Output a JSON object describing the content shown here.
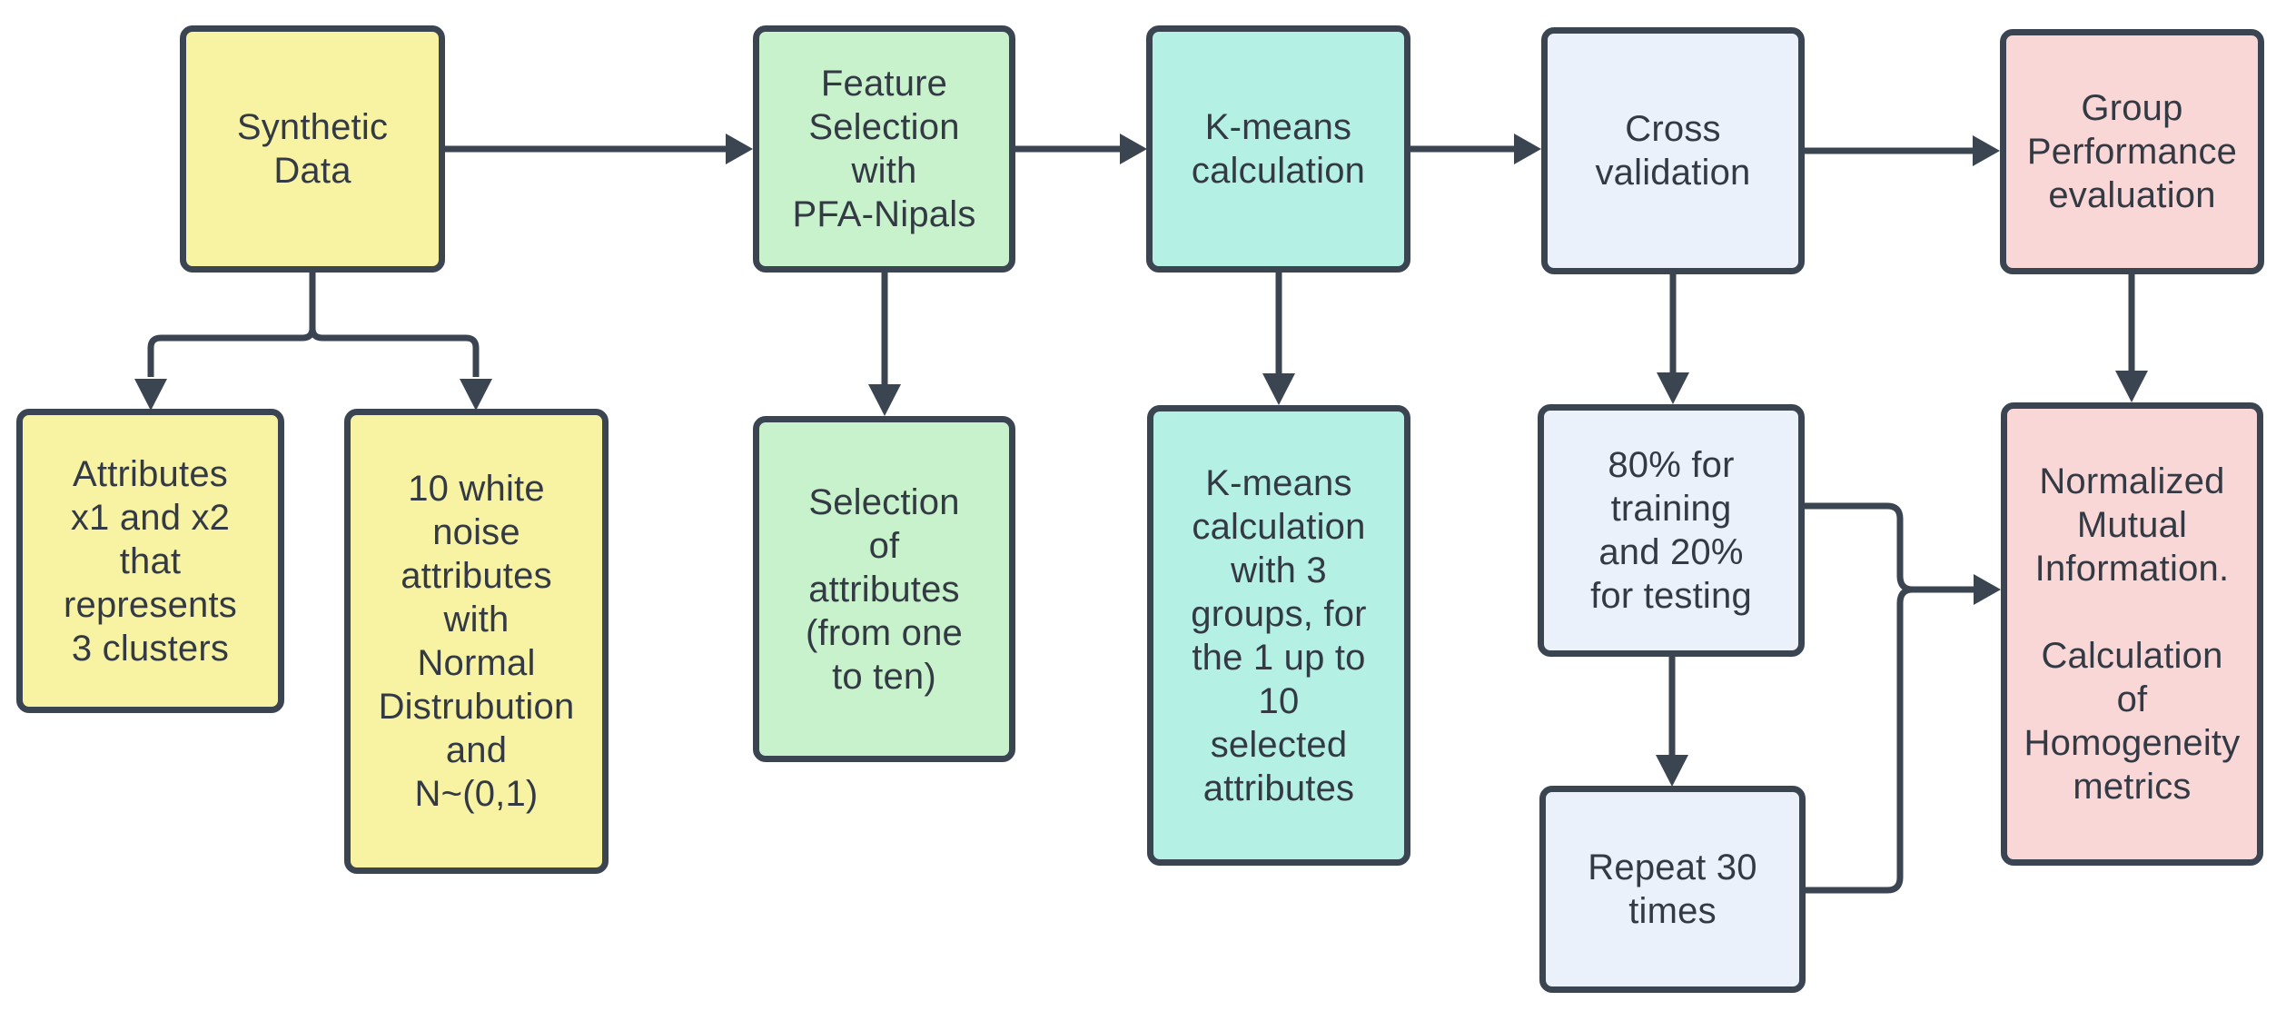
{
  "diagram": {
    "title": "PFA-Nipals synthetic data clustering evaluation flowchart",
    "colors": {
      "background": "#FFFFFF",
      "stroke": "#3B4551",
      "text": "#333A44",
      "yellow": "#F8F3A3",
      "green": "#C8F2CC",
      "teal": "#B5F0E5",
      "blue": "#EAF1FB",
      "pink": "#F9D7D7"
    },
    "nodes": {
      "synthetic": {
        "label": "Synthetic\nData",
        "fill": "#F8F3A3"
      },
      "feature": {
        "label": "Feature\nSelection\nwith\nPFA-Nipals",
        "fill": "#C8F2CC"
      },
      "kmeans": {
        "label": "K-means\ncalculation",
        "fill": "#B5F0E5"
      },
      "cross": {
        "label": "Cross\nvalidation",
        "fill": "#EAF1FB"
      },
      "group": {
        "label": "Group\nPerformance\nevaluation",
        "fill": "#F9D7D7"
      },
      "attributes": {
        "label": "Attributes\nx1 and x2\nthat\nrepresents\n3 clusters",
        "fill": "#F8F3A3"
      },
      "whitenoise": {
        "label": "10 white\nnoise\nattributes\nwith\nNormal\nDistrubution\nand\nN~(0,1)",
        "fill": "#F8F3A3"
      },
      "selection": {
        "label": "Selection\nof\nattributes\n(from one\nto ten)",
        "fill": "#C8F2CC"
      },
      "kmeans_detail": {
        "label": "K-means\ncalculation\nwith 3\ngroups, for\nthe 1 up to\n10\nselected\nattributes",
        "fill": "#B5F0E5"
      },
      "split": {
        "label": "80% for\ntraining\nand 20%\nfor testing",
        "fill": "#EAF1FB"
      },
      "repeat": {
        "label": "Repeat 30\ntimes",
        "fill": "#EAF1FB"
      },
      "nmi": {
        "label": "Normalized\nMutual\nInformation.\n\nCalculation\nof\nHomogeneity\nmetrics",
        "fill": "#F9D7D7"
      }
    },
    "connections": [
      {
        "from": "synthetic",
        "to": "feature"
      },
      {
        "from": "feature",
        "to": "kmeans"
      },
      {
        "from": "kmeans",
        "to": "cross"
      },
      {
        "from": "cross",
        "to": "group"
      },
      {
        "from": "synthetic",
        "to": "attributes"
      },
      {
        "from": "synthetic",
        "to": "whitenoise"
      },
      {
        "from": "feature",
        "to": "selection"
      },
      {
        "from": "kmeans",
        "to": "kmeans_detail"
      },
      {
        "from": "cross",
        "to": "split"
      },
      {
        "from": "split",
        "to": "repeat"
      },
      {
        "from": "group",
        "to": "nmi"
      },
      {
        "from": "split",
        "to": "nmi"
      },
      {
        "from": "repeat",
        "to": "nmi"
      }
    ]
  }
}
